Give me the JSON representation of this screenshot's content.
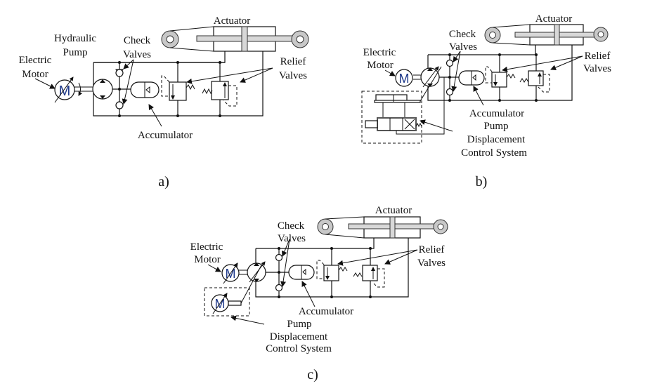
{
  "figure": {
    "panels": [
      {
        "id": "a",
        "caption": "a)",
        "labels": {
          "actuator": "Actuator",
          "pump_line1": "Hydraulic",
          "pump_line2": "Pump",
          "motor_line1": "Electric",
          "motor_line2": "Motor",
          "check_line1": "Check",
          "check_line2": "Valves",
          "relief_line1": "Relief",
          "relief_line2": "Valves",
          "accumulator": "Accumulator"
        }
      },
      {
        "id": "b",
        "caption": "b)",
        "labels": {
          "actuator": "Actuator",
          "motor_line1": "Electric",
          "motor_line2": "Motor",
          "check_line1": "Check",
          "check_line2": "Valves",
          "relief_line1": "Relief",
          "relief_line2": "Valves",
          "accumulator": "Accumulator",
          "pdc_line1": "Pump",
          "pdc_line2": "Displacement",
          "pdc_line3": "Control System"
        }
      },
      {
        "id": "c",
        "caption": "c)",
        "labels": {
          "actuator": "Actuator",
          "motor_line1": "Electric",
          "motor_line2": "Motor",
          "check_line1": "Check",
          "check_line2": "Valves",
          "relief_line1": "Relief",
          "relief_line2": "Valves",
          "accumulator": "Accumulator",
          "pdc_line1": "Pump",
          "pdc_line2": "Displacement",
          "pdc_line3": "Control System"
        }
      }
    ],
    "motor_symbol": "M",
    "colors": {
      "line": "#111111",
      "cylinder_rod": "#d8d8d8",
      "eye": "#c8c8c8",
      "motor_letter": "#1f3a8a",
      "motor_letter_shadow": "#d08a2a"
    }
  }
}
